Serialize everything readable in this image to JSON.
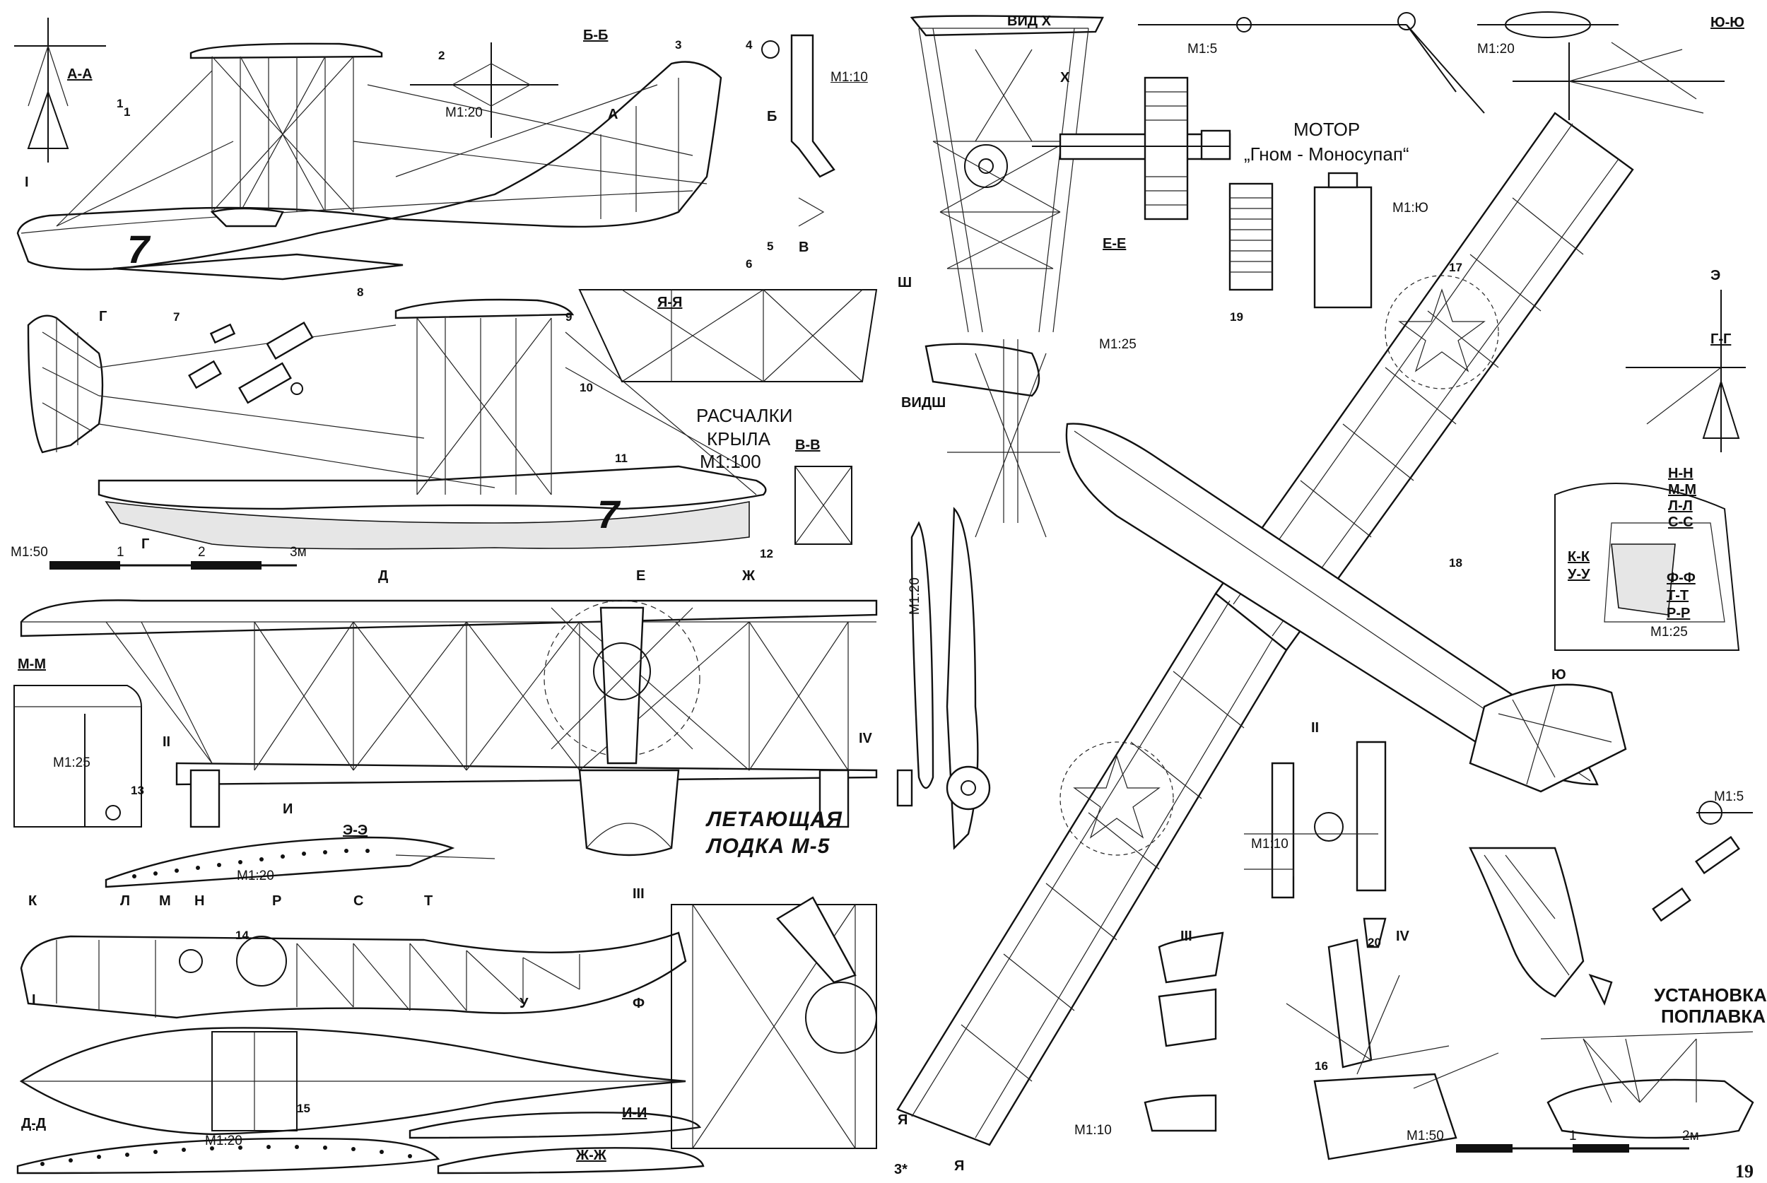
{
  "title": {
    "line1": "ЛЕТАЮЩАЯ",
    "line2": "ЛОДКА М-5"
  },
  "motor": {
    "line1": "МОТОР",
    "line2": "„Гном - Моносупап“"
  },
  "wing_bracing": {
    "line1": "РАСЧАЛКИ",
    "line2": "КРЫЛА",
    "scale": "М1:100"
  },
  "float_install": {
    "line1": "УСТАНОВКА",
    "line2": "ПОПЛАВКА"
  },
  "page_number": "19",
  "page_mark": "3*",
  "views": {
    "vid_x": "ВИД Х",
    "vid_sh": "ВИДШ"
  },
  "sections": {
    "aa": "А-А",
    "bb": "Б-Б",
    "vv": "В-В",
    "gg": "Г-Г",
    "dd": "Д-Д",
    "ee": "Е-Е",
    "zhzh": "Ж-Ж",
    "ii": "И-И",
    "mm": "М-М",
    "ee2": "Э-Э",
    "yuyu": "Ю-Ю",
    "yaya": "Я-Я",
    "nn": "Н-Н",
    "ll": "Л-Л",
    "ss": "С-С",
    "kk": "К-К",
    "uu": "У-У",
    "ff": "Ф-Ф",
    "tt": "Т-Т",
    "rr": "Р-Р"
  },
  "scales": {
    "m120_top": "М1:20",
    "m110_top": "М1:10",
    "m15_top": "М1:5",
    "m120_topright": "М1:20",
    "m110_motor": "М1:Ю",
    "m125_ee": "М1:25",
    "m150": "М1:50",
    "m125_mm": "М1:25",
    "m120_ee2": "М1:20",
    "m120_vid": "М1:20",
    "m125_right": "М1:25",
    "m110_mid": "М1:10",
    "m15_right": "М1:5",
    "m120_dd": "М1:20",
    "m110_bottom": "М1:10",
    "m150_bottom": "М1:50"
  },
  "scale_bars": {
    "left": {
      "ticks": [
        "1",
        "2",
        "3м"
      ]
    },
    "right": {
      "ticks": [
        "1",
        "2м"
      ]
    }
  },
  "part_numbers": [
    "1",
    "2",
    "3",
    "4",
    "5",
    "6",
    "7",
    "8",
    "9",
    "10",
    "11",
    "12",
    "13",
    "14",
    "15",
    "16",
    "17",
    "18",
    "19",
    "20"
  ],
  "roman": [
    "I",
    "II",
    "III",
    "IV"
  ],
  "hull_number": "7",
  "cut_letters": [
    "А",
    "Б",
    "В",
    "Г",
    "Д",
    "Е",
    "Ж",
    "И",
    "К",
    "Л",
    "М",
    "Н",
    "Р",
    "С",
    "Т",
    "У",
    "Ф",
    "Э",
    "Ю",
    "Я",
    "Ш",
    "Х"
  ]
}
